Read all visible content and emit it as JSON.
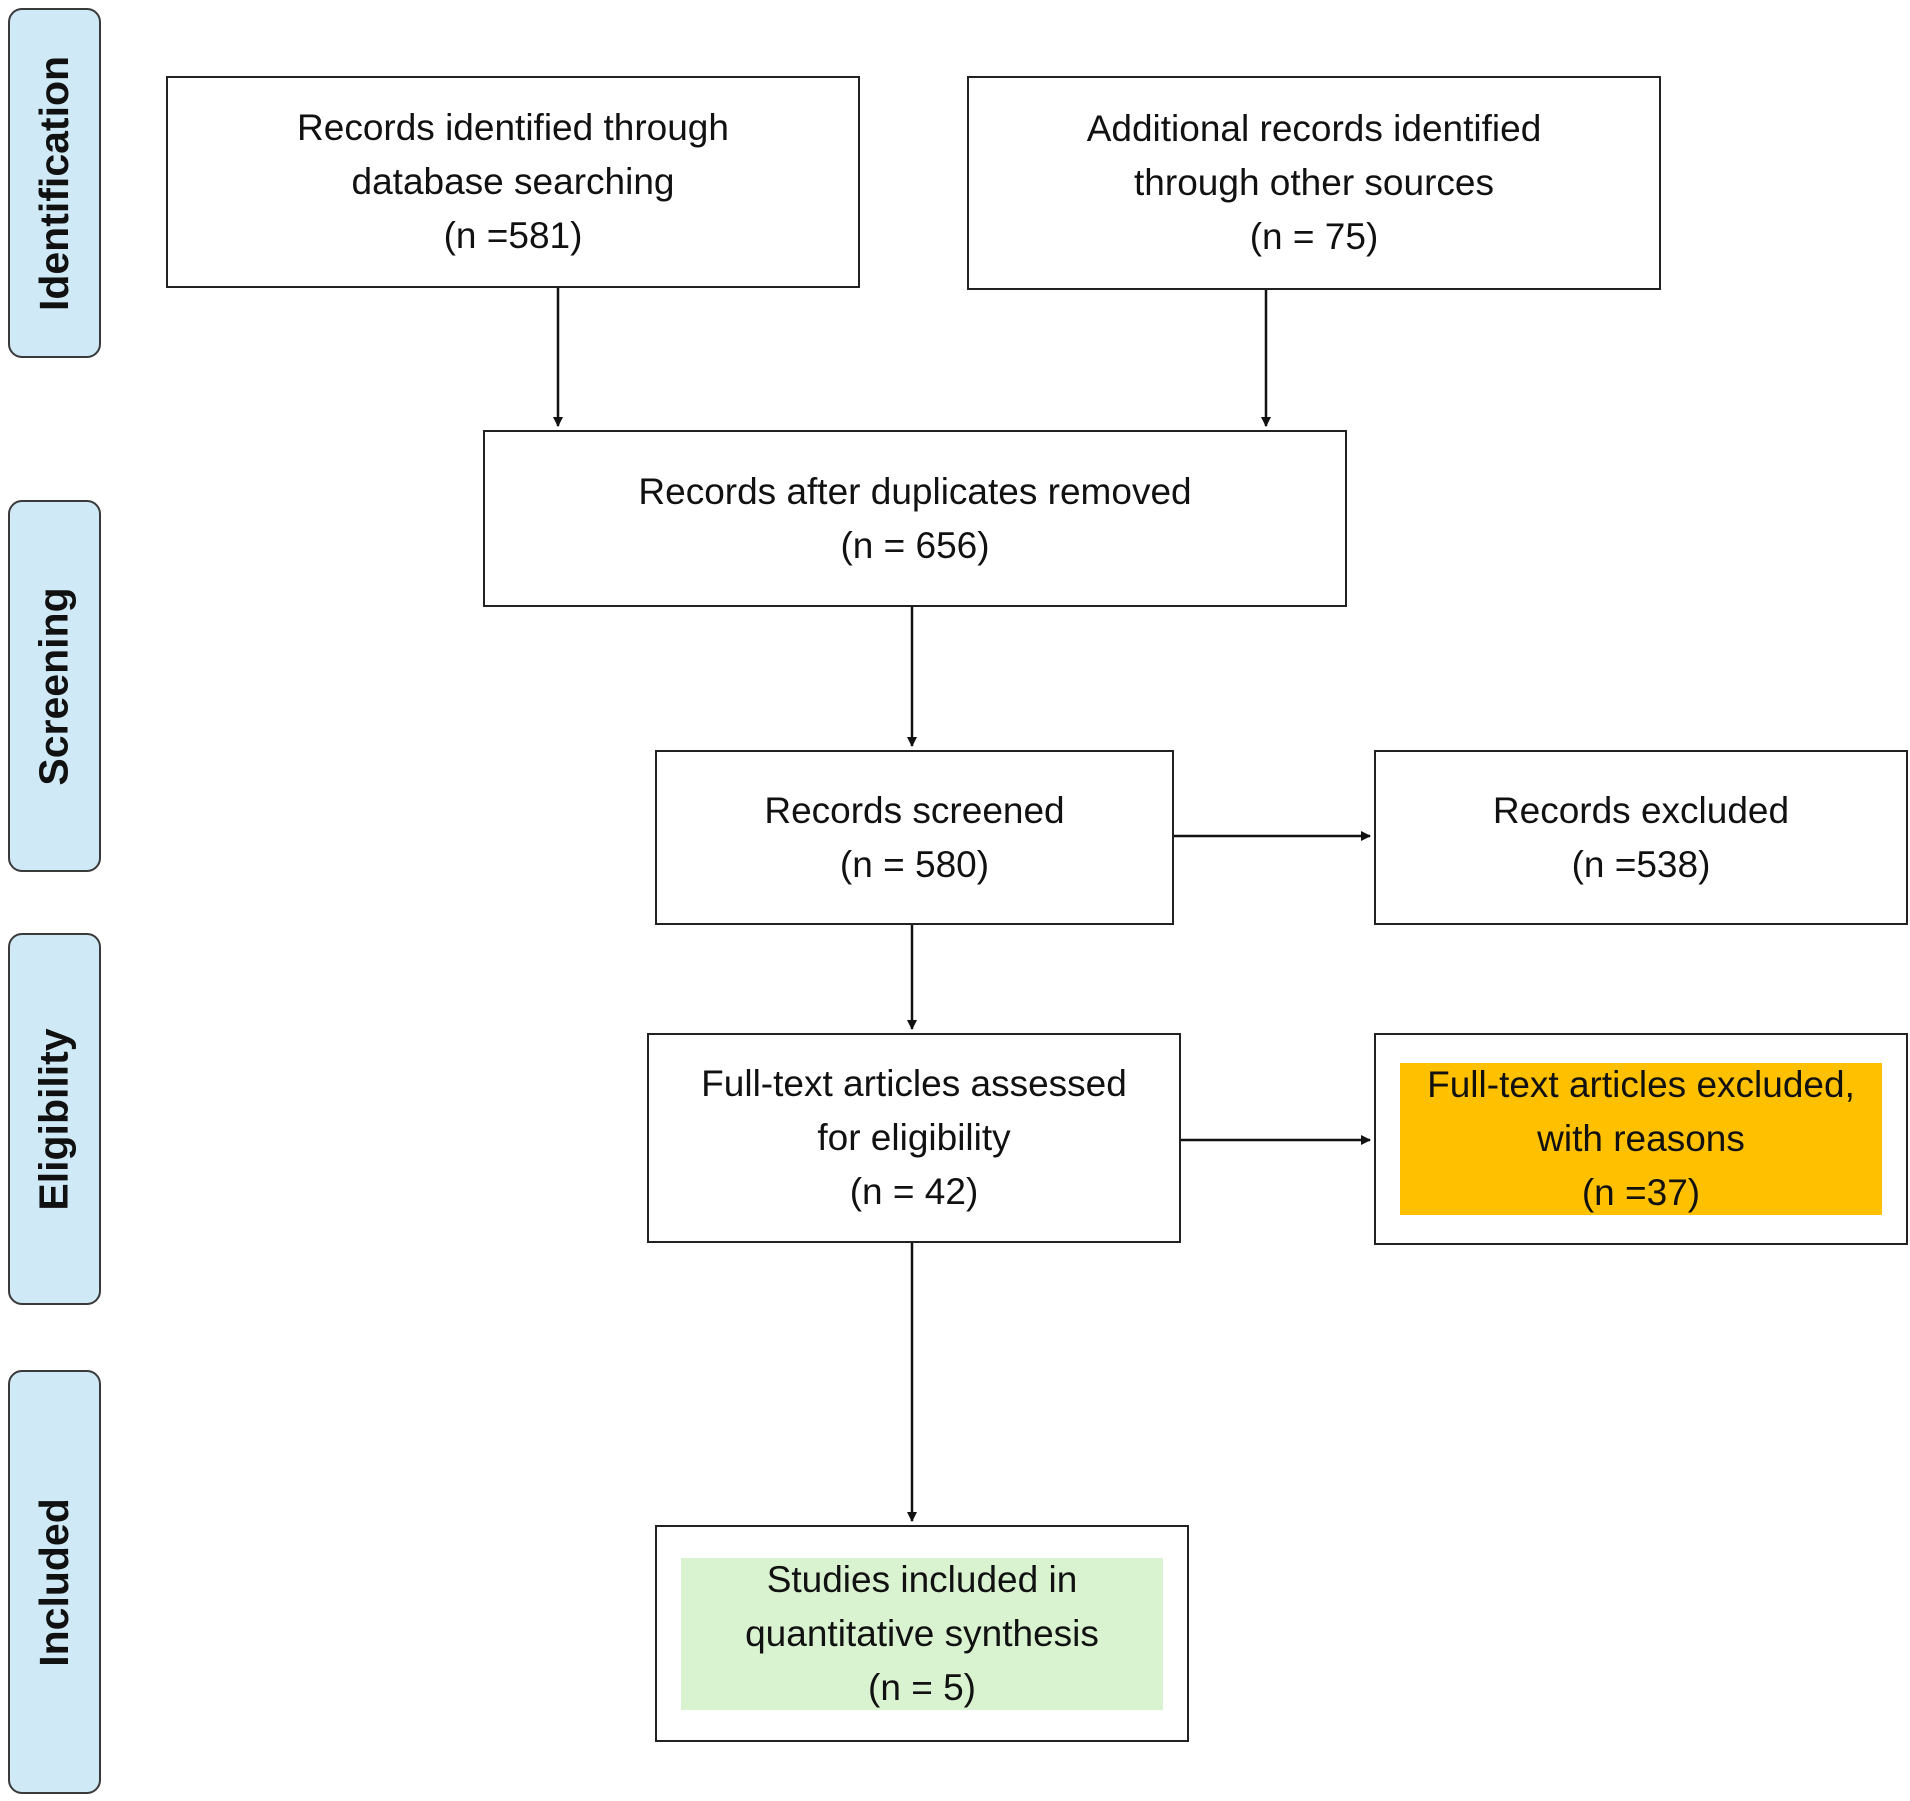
{
  "stages": {
    "identification": "Identification",
    "screening": "Screening",
    "eligibility": "Eligibility",
    "included": "Included"
  },
  "boxes": {
    "database_records": {
      "lines": [
        "Records identified through",
        "database searching",
        "(n =581)"
      ],
      "count": 581
    },
    "other_sources": {
      "lines": [
        "Additional records identified",
        "through other sources",
        "(n = 75)"
      ],
      "count": 75
    },
    "after_duplicates": {
      "lines": [
        "Records after duplicates removed",
        "(n = 656)"
      ],
      "count": 656
    },
    "screened": {
      "lines": [
        "Records screened",
        "(n = 580)"
      ],
      "count": 580
    },
    "excluded": {
      "lines": [
        "Records excluded",
        "(n =538)"
      ],
      "count": 538
    },
    "fulltext_assessed": {
      "lines": [
        "Full-text articles assessed",
        "for eligibility",
        "(n = 42)"
      ],
      "count": 42
    },
    "fulltext_excluded": {
      "lines": [
        "Full-text articles excluded,",
        "with reasons",
        "(n =37)"
      ],
      "count": 37
    },
    "included_studies": {
      "lines": [
        "Studies included in",
        "quantitative synthesis",
        "(n = 5)"
      ],
      "count": 5
    }
  },
  "colors": {
    "stage_fill": "#cfe9f7",
    "highlight_orange": "#ffc000",
    "highlight_green": "#d9f2d0",
    "stroke": "#222222"
  }
}
